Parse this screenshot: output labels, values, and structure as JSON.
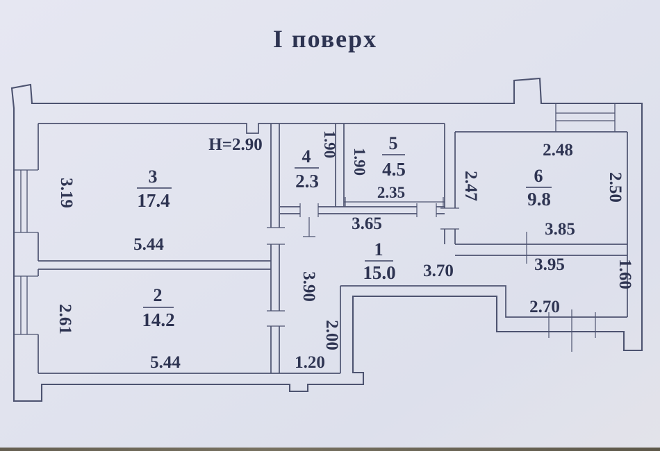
{
  "title": "І поверх",
  "plan": {
    "ceiling_height": "H=2.90",
    "rooms": {
      "r1": {
        "number": "1",
        "area": "15.0"
      },
      "r2": {
        "number": "2",
        "area": "14.2"
      },
      "r3": {
        "number": "3",
        "area": "17.4"
      },
      "r4": {
        "number": "4",
        "area": "2.3"
      },
      "r5": {
        "number": "5",
        "area": "4.5"
      },
      "r6": {
        "number": "6",
        "area": "9.8"
      }
    },
    "dims": {
      "room3_width": "5.44",
      "room3_height": "3.19",
      "room2_width": "5.44",
      "room2_height": "2.61",
      "room4_height": "1.90",
      "room5_height": "1.90",
      "room5_width": "2.35",
      "hall_top": "3.65",
      "hall_left": "3.90",
      "hall_right": "3.70",
      "corridor_height": "2.00",
      "corridor_width": "1.20",
      "room6_top": "2.48",
      "room6_left": "2.47",
      "room6_right": "2.50",
      "room6_bottom": "3.85",
      "strip_width": "3.95",
      "strip_right": "1.60",
      "ledge_width": "2.70"
    },
    "colors": {
      "paper": "#e1e4ef",
      "line": "#4d5370",
      "text": "#2e3452"
    }
  }
}
